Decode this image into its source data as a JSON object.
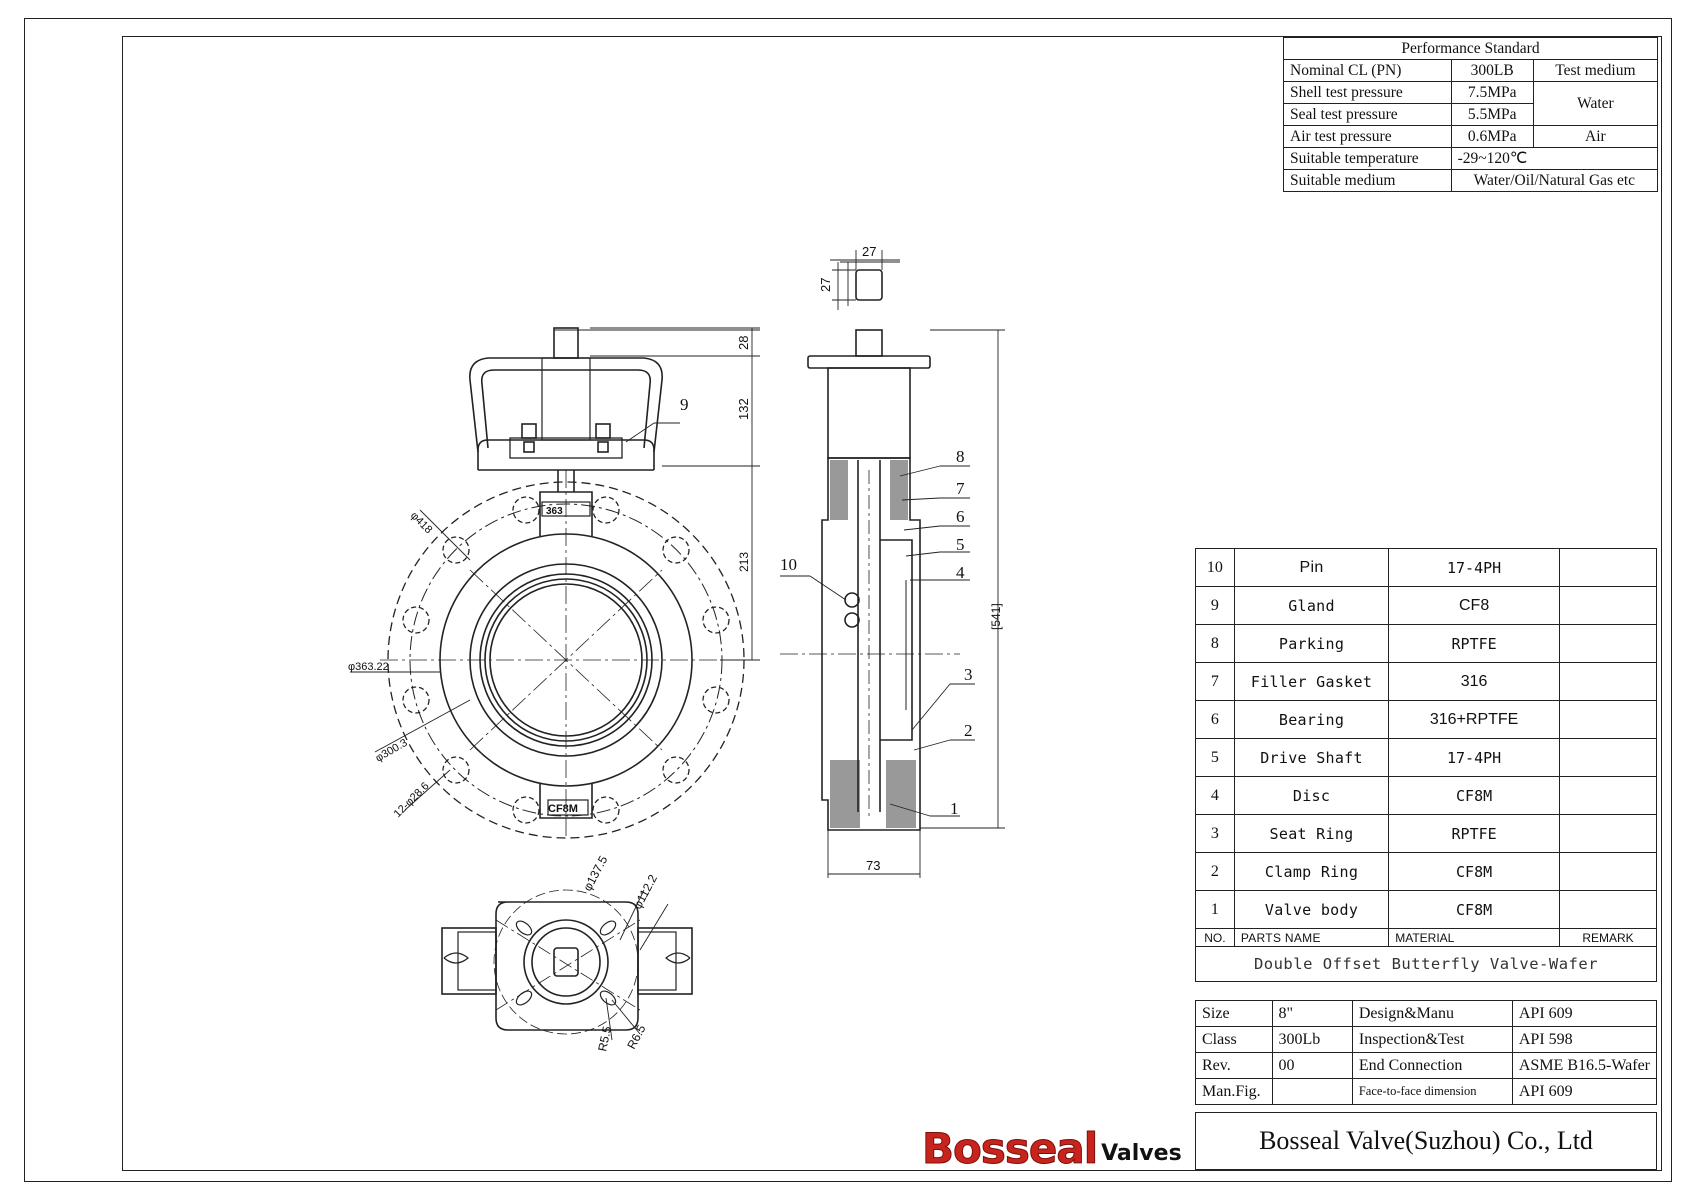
{
  "performance": {
    "title": "Performance Standard",
    "rows": [
      {
        "label": "Nominal CL (PN)",
        "value": "300LB",
        "medium": "Test medium"
      },
      {
        "label": "Shell test pressure",
        "value": "7.5MPa",
        "medium": "Water"
      },
      {
        "label": "Seal test pressure",
        "value": "5.5MPa"
      },
      {
        "label": "Air test pressure",
        "value": "0.6MPa",
        "medium": "Air"
      },
      {
        "label": "Suitable temperature",
        "value": "-29~120℃"
      },
      {
        "label": "Suitable medium",
        "value": "Water/Oil/Natural Gas etc"
      }
    ]
  },
  "parts": {
    "items": [
      {
        "no": "10",
        "name": "Pin",
        "material": "17-4PH",
        "remark": ""
      },
      {
        "no": "9",
        "name": "Gland",
        "material": "CF8",
        "remark": ""
      },
      {
        "no": "8",
        "name": "Parking",
        "material": "RPTFE",
        "remark": ""
      },
      {
        "no": "7",
        "name": "Filler Gasket",
        "material": "316",
        "remark": ""
      },
      {
        "no": "6",
        "name": "Bearing",
        "material": "316+RPTFE",
        "remark": ""
      },
      {
        "no": "5",
        "name": "Drive Shaft",
        "material": "17-4PH",
        "remark": ""
      },
      {
        "no": "4",
        "name": "Disc",
        "material": "CF8M",
        "remark": ""
      },
      {
        "no": "3",
        "name": "Seat Ring",
        "material": "RPTFE",
        "remark": ""
      },
      {
        "no": "2",
        "name": "Clamp Ring",
        "material": "CF8M",
        "remark": ""
      },
      {
        "no": "1",
        "name": "Valve body",
        "material": "CF8M",
        "remark": ""
      }
    ],
    "header": {
      "no": "NO.",
      "name": "PARTS NAME",
      "material": "MATERIAL",
      "remark": "REMARK"
    },
    "title": "Double Offset Butterfly Valve-Wafer"
  },
  "info": {
    "rows": [
      {
        "k1": "Size",
        "v1": "8\"",
        "k2": "Design&Manu",
        "v2": "API 609"
      },
      {
        "k1": "Class",
        "v1": "300Lb",
        "k2": "Inspection&Test",
        "v2": "API 598"
      },
      {
        "k1": "Rev.",
        "v1": "00",
        "k2": "End Connection",
        "v2": "ASME B16.5-Wafer"
      },
      {
        "k1": "Man.Fig.",
        "v1": "",
        "k2": "Face-to-face dimension",
        "v2": "API 609"
      }
    ]
  },
  "company": "Bosseal Valve(Suzhou) Co., Ltd",
  "logo": {
    "brand": "Bosseal",
    "suffix": "Valves",
    "color": "#c8241e"
  },
  "dimensions": {
    "top_width": "27",
    "top_height": "27",
    "top_28": "28",
    "h_132": "132",
    "h_213": "213",
    "h_541": "[541]",
    "width_73": "73",
    "d418": "φ418",
    "d363": "φ363.22",
    "d300": "φ300.3",
    "holes": "12-φ28.6",
    "d137": "φ137.5",
    "d112": "φ112.2",
    "r55": "R5.5",
    "r65": "R6.5",
    "mark_top": "363",
    "mark_bottom": "CF8M"
  },
  "callouts": [
    "1",
    "2",
    "3",
    "4",
    "5",
    "6",
    "7",
    "8",
    "9",
    "10"
  ]
}
